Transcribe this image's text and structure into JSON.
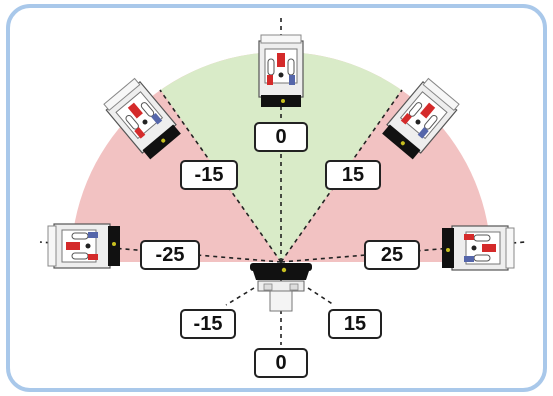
{
  "colors": {
    "frame": "#a9c8ea",
    "green_zone": "#d9ebc8",
    "red_zone": "#f2c2c2",
    "dashed_line": "#222222",
    "robot_body": "#eeeeee",
    "robot_red": "#d42a2a",
    "robot_black": "#111111"
  },
  "angles": {
    "top_center": "0",
    "upper_left": "-15",
    "upper_right": "15",
    "left": "-25",
    "right": "25",
    "bottom_left": "-15",
    "bottom_right": "15",
    "bottom_center": "0"
  },
  "icons": {
    "robot": "robot-icon",
    "sensor": "sensor-icon"
  }
}
